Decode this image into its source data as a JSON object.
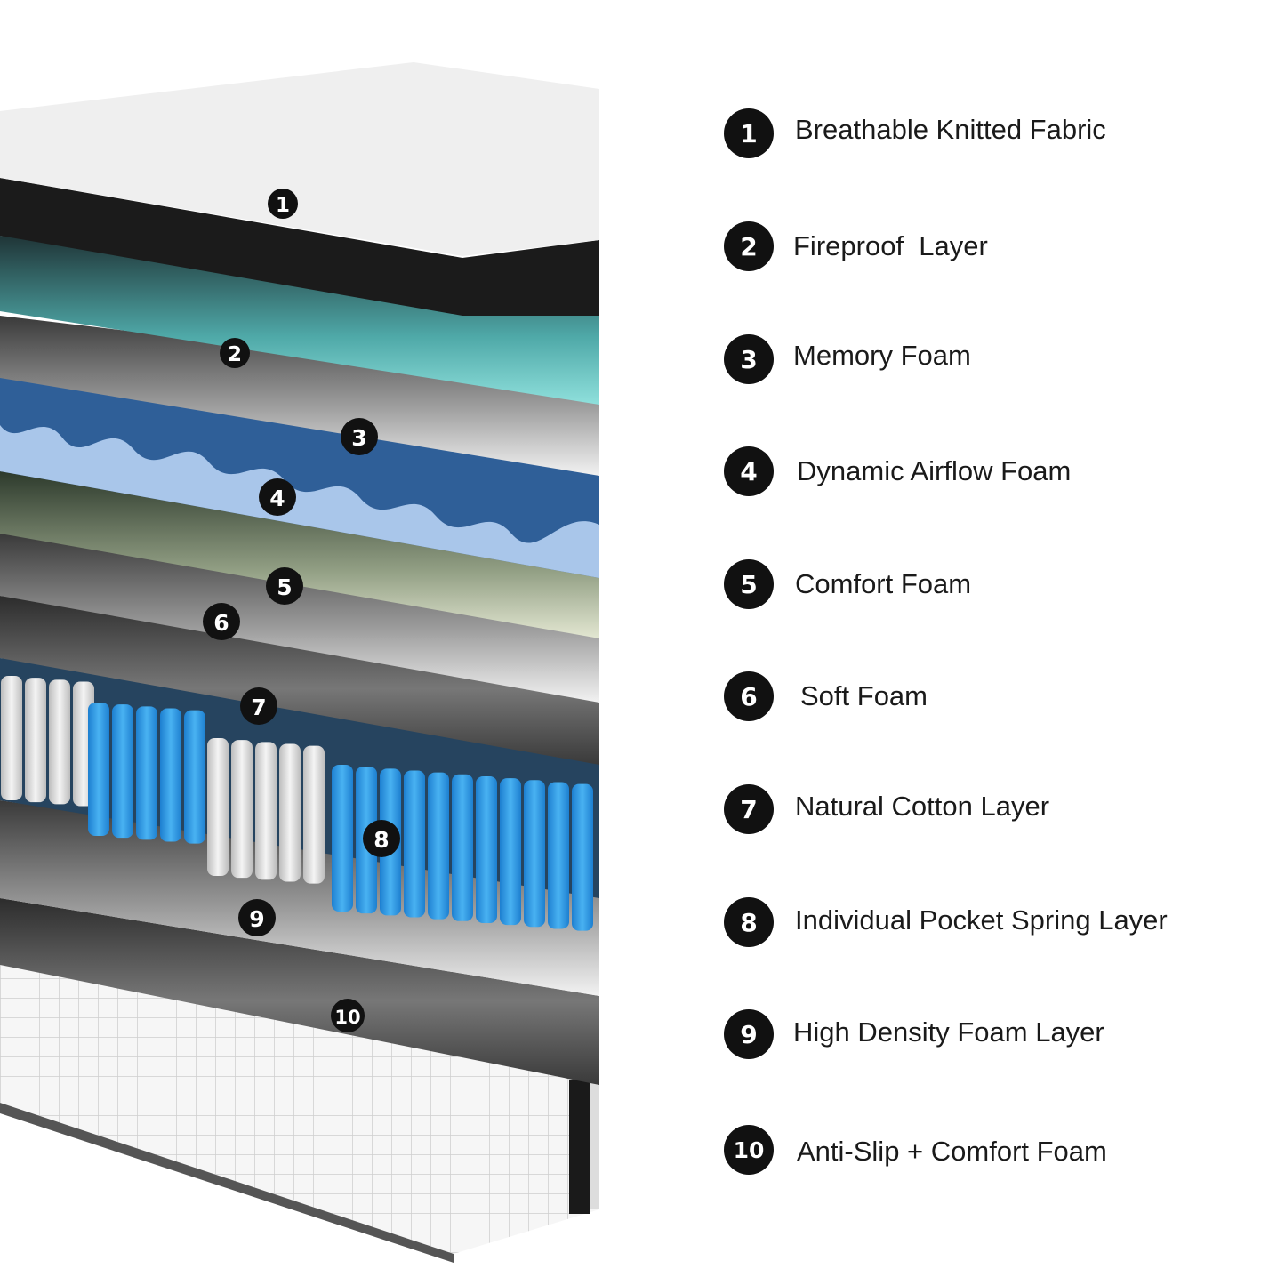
{
  "layers": [
    {
      "num": "1",
      "label": "Breathable Knitted Fabric"
    },
    {
      "num": "2",
      "label": "Fireproof  Layer"
    },
    {
      "num": "3",
      "label": "Memory Foam"
    },
    {
      "num": "4",
      "label": "Dynamic Airflow Foam"
    },
    {
      "num": "5",
      "label": "Comfort Foam"
    },
    {
      "num": "6",
      "label": "Soft Foam"
    },
    {
      "num": "7",
      "label": "Natural Cotton Layer"
    },
    {
      "num": "8",
      "label": "Individual Pocket Spring Layer"
    },
    {
      "num": "9",
      "label": "High Density Foam Layer"
    },
    {
      "num": "10",
      "label": "Anti-Slip + Comfort Foam"
    }
  ],
  "colors": {
    "badge": "#111111",
    "fabric_top": "#efefef",
    "fireproof": "#7fd3cf",
    "memory_foam": "#2f5f98",
    "airflow_wave": "#a9c6ea",
    "comfort_foam": "#d6dcc4",
    "spring_blue": "#2e9be8",
    "spring_white": "#e4e4e4"
  }
}
